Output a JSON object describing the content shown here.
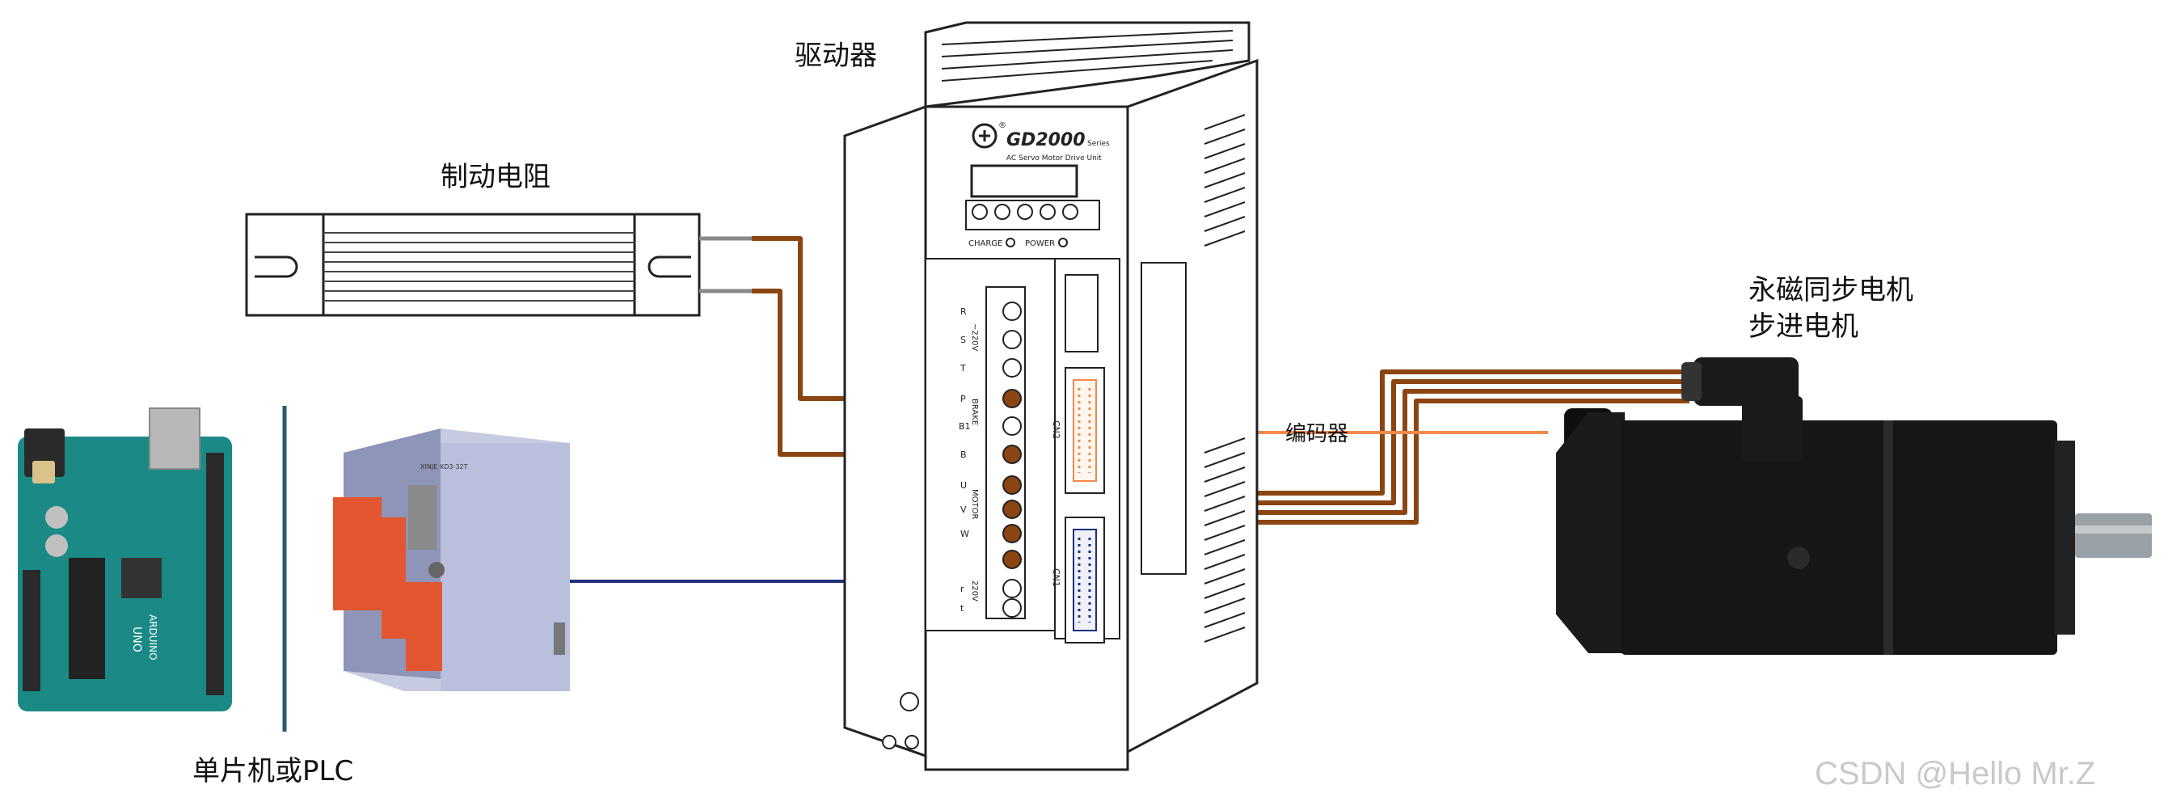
{
  "labels": {
    "driver": "驱动器",
    "brake_resistor": "制动电阻",
    "motor_line1": "永磁同步电机",
    "motor_line2": "步进电机",
    "encoder": "编码器",
    "controller": "单片机或PLC",
    "watermark": "CSDN @Hello Mr.Z"
  },
  "driver_panel": {
    "brand_mark": "®",
    "model": "GD2000",
    "series": "Series",
    "subtitle": "AC Servo Motor Drive Unit",
    "charge_label": "CHARGE",
    "power_label": "POWER",
    "cn2": "CN2",
    "cn1": "CN1",
    "terminal_letters": [
      "R",
      "S",
      "T",
      "P",
      "B1",
      "B",
      "U",
      "V",
      "W",
      "r",
      "t"
    ],
    "group_220v_top": "~220V",
    "group_brake": "BRAKE",
    "group_motor": "MOTOR",
    "group_220v_bottom": "220V"
  },
  "board_text": {
    "uno": "UNO",
    "arduino": "ARDUINO",
    "plc_tag": "XINJE XD3-32T"
  },
  "colors": {
    "wire_brown": "#8b4513",
    "wire_orange": "#f08a4b",
    "wire_blue": "#1f2f7a",
    "divider": "#2d5a6b",
    "motor_body": "#161616",
    "board_green": "#1b8a87",
    "plc_body": "#b9bfdc"
  }
}
